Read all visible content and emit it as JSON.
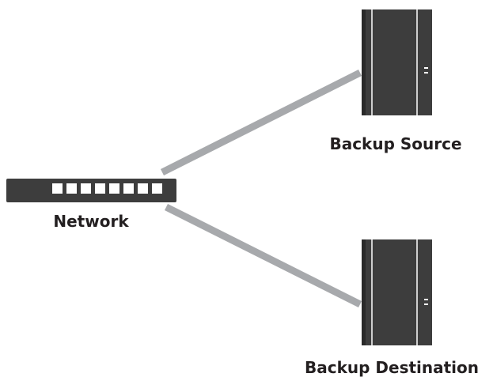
{
  "diagram": {
    "nodes": {
      "network": {
        "label": "Network",
        "icon": "network-switch-icon"
      },
      "source": {
        "label": "Backup Source",
        "icon": "server-icon"
      },
      "destination": {
        "label": "Backup Destination",
        "icon": "server-icon"
      }
    },
    "connections": [
      {
        "from": "network",
        "to": "source"
      },
      {
        "from": "network",
        "to": "destination"
      }
    ],
    "colors": {
      "device": "#3d3d3d",
      "device_edge": "#2a2a2a",
      "line": "#a7a9ac",
      "port": "#ffffff",
      "text": "#231f20"
    }
  }
}
